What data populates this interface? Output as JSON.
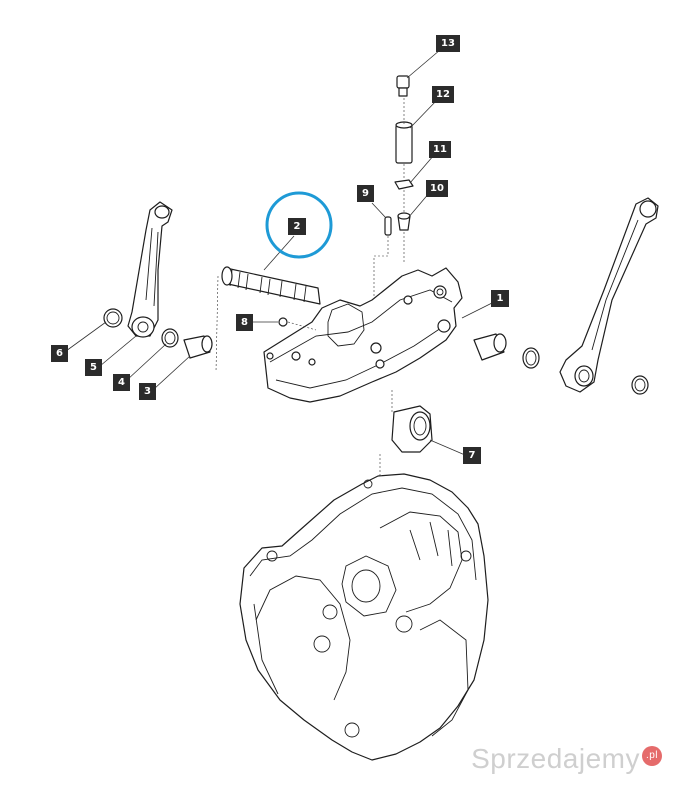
{
  "diagram": {
    "callouts": [
      {
        "id": "1",
        "text": "1"
      },
      {
        "id": "2",
        "text": "2"
      },
      {
        "id": "3",
        "text": "3"
      },
      {
        "id": "4",
        "text": "4"
      },
      {
        "id": "5",
        "text": "5"
      },
      {
        "id": "6",
        "text": "6"
      },
      {
        "id": "7",
        "text": "7"
      },
      {
        "id": "8",
        "text": "8"
      },
      {
        "id": "9",
        "text": "9"
      },
      {
        "id": "10",
        "text": "10"
      },
      {
        "id": "11",
        "text": "11"
      },
      {
        "id": "12",
        "text": "12"
      },
      {
        "id": "13",
        "text": "13"
      }
    ],
    "highlighted_callout": "2",
    "highlight_color": "#1e9ad6",
    "label_color": "#2b2b2b"
  },
  "watermark": {
    "text": "Sprzedajemy",
    "badge": ".pl",
    "color": "#cfcfcf",
    "badge_color": "#e56b6b"
  }
}
